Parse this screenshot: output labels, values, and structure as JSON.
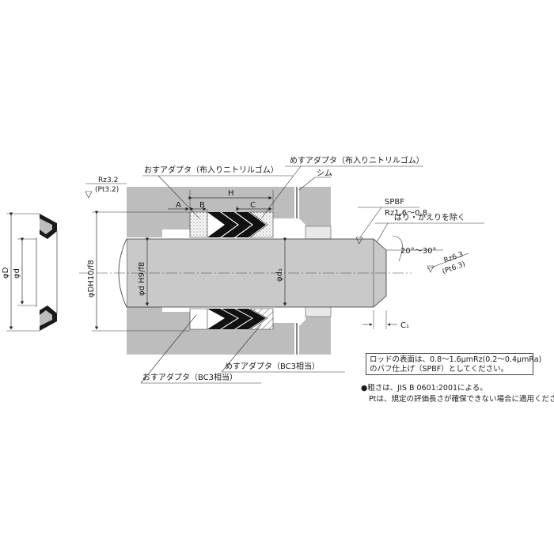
{
  "labels": {
    "male_adapter_fabric": "おすアダプタ（布入りニトリルゴム）",
    "female_adapter_fabric": "めすアダプタ（布入りニトリルゴム）",
    "shim": "シム",
    "rz32": "Rz3.2",
    "pt32": "(Pt3.2)",
    "dim_A": "A",
    "dim_B": "B",
    "dim_H": "H",
    "dim_C": "C",
    "spbf": "SPBF",
    "rz16_08": "Rz1.6～0.8",
    "deburr": "ばり・かえりを除く",
    "angle": "20°～30°",
    "rz63": "Rz6.3",
    "pt63": "(Pt6.3)",
    "phi_D": "φD",
    "phi_d": "φd",
    "phi_DH": "φDH10/f8",
    "phi_dH": "φd H9/f8",
    "phi_d1": "φd₁",
    "c1": "C₁",
    "female_adapter_bc3": "めすアダプタ（BC3相当）",
    "male_adapter_bc3": "おすアダプタ（BC3相当）"
  },
  "notes": {
    "box_line1": "ロッドの表面は、0.8～1.6μmRz(0.2～0.4μmRa)",
    "box_line2": "のバフ仕上げ（SPBF）としてください。",
    "line1": "●粗さは、JIS B 0601:2001による。",
    "line2": "Ptは、規定の評価長さが確保できない場合に適用ください。"
  }
}
